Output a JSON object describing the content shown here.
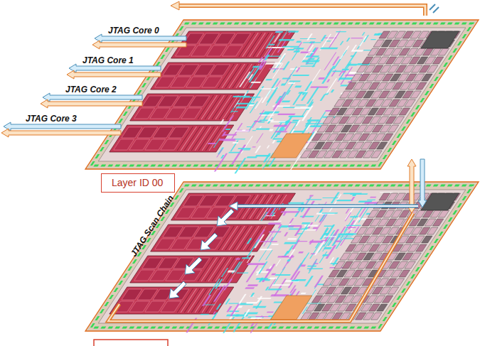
{
  "diagram": {
    "nodes": [
      {
        "text": [
          "Layer ID 00"
        ]
      }
    ],
    "labels": [
      "JTAG Core 0",
      "JTAG Core 1",
      "JTAG Core 2",
      "JTAG Core 3",
      "JTAG Scan Chain"
    ]
  }
}
